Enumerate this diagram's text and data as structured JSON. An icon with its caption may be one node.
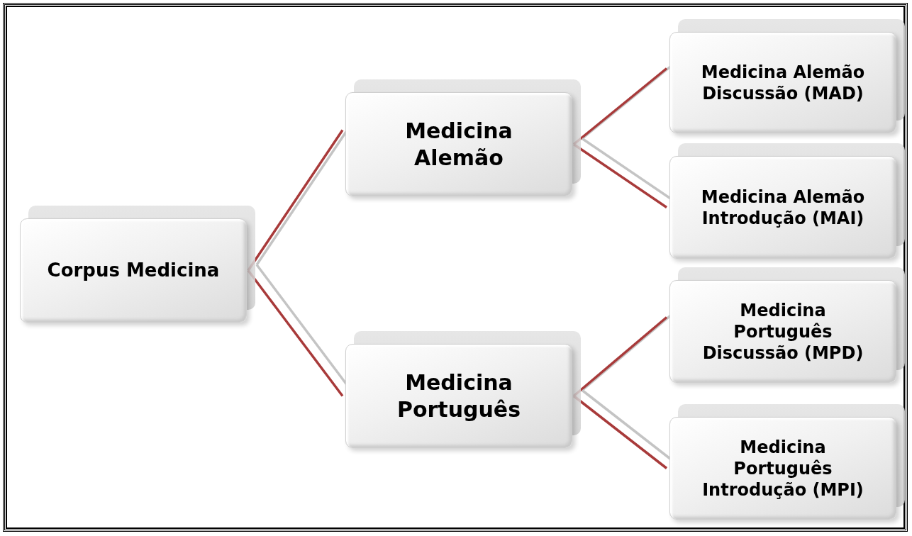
{
  "diagram": {
    "nodes": [
      {
        "text": [
          "Corpus Medicina"
        ]
      },
      {
        "text": [
          "Medicina Alemão"
        ]
      },
      {
        "text": [
          "Medicina Português"
        ]
      },
      {
        "text": [
          "Medicina Alemão Discussão (MAD)"
        ]
      },
      {
        "text": [
          "Medicina Alemão Introdução (MAI)"
        ]
      },
      {
        "text": [
          "Medicina Português Discussão (MPD)"
        ]
      },
      {
        "text": [
          "Medicina Português Introdução (MPI)"
        ]
      }
    ],
    "edges": [
      {
        "from": 0,
        "to": 1,
        "arrow": "none"
      },
      {
        "from": 0,
        "to": 2,
        "arrow": "none"
      },
      {
        "from": 1,
        "to": 3,
        "arrow": "none"
      },
      {
        "from": 1,
        "to": 4,
        "arrow": "none"
      },
      {
        "from": 2,
        "to": 5,
        "arrow": "none"
      },
      {
        "from": 2,
        "to": 6,
        "arrow": "none"
      }
    ]
  }
}
